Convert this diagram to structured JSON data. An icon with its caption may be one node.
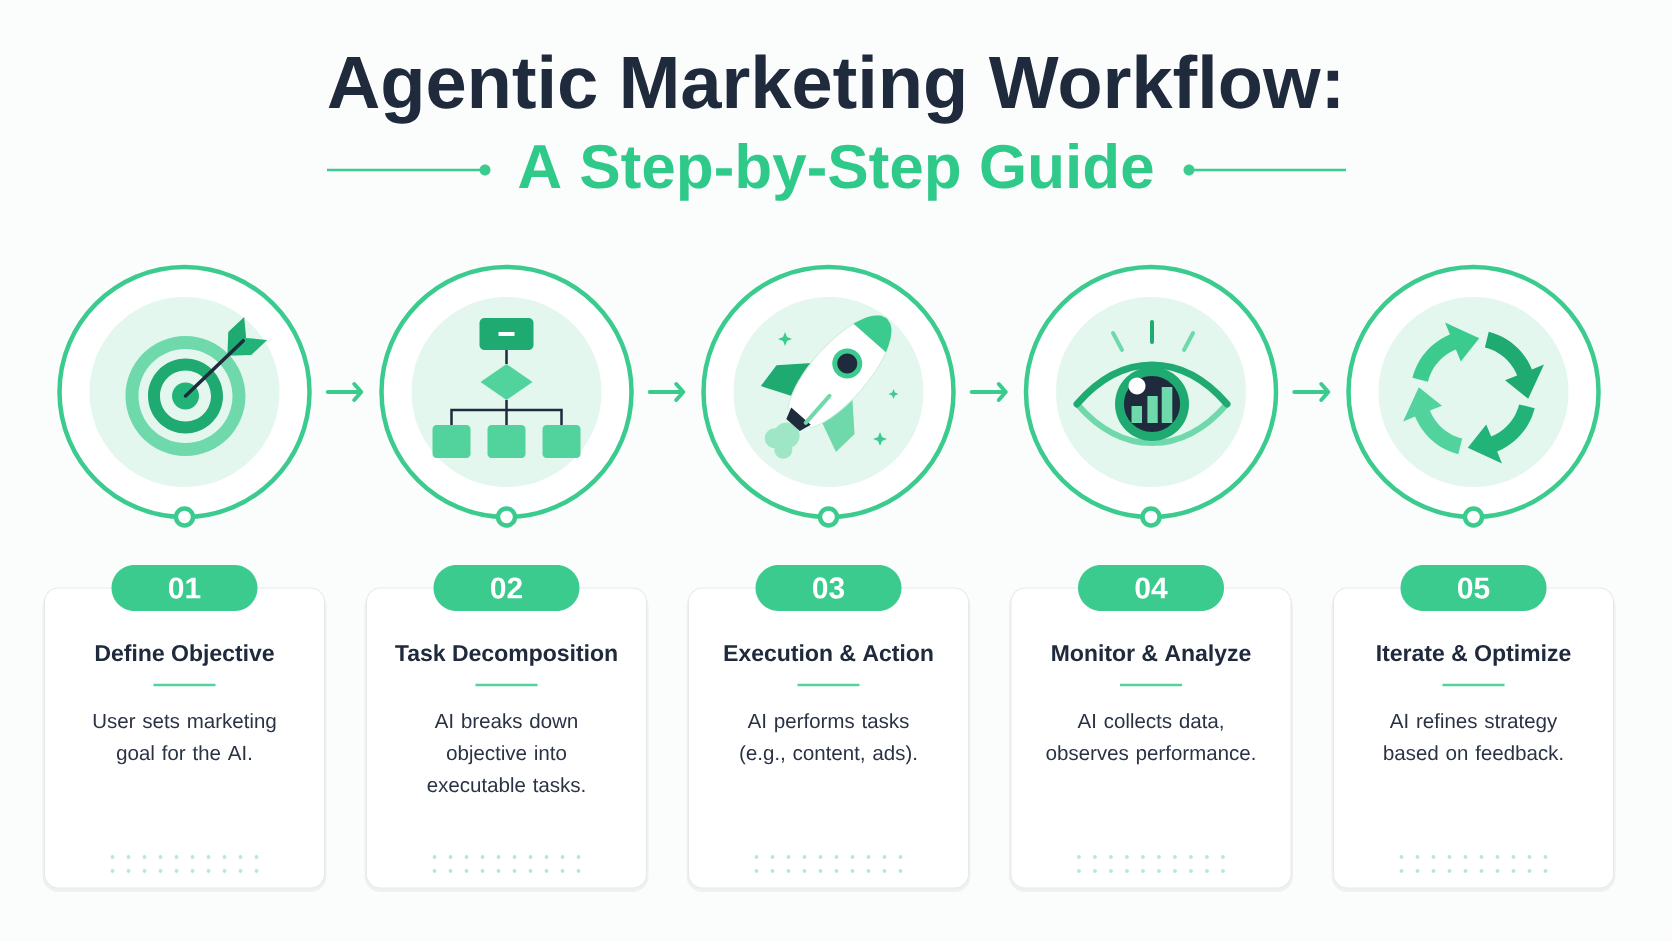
{
  "diagram": {
    "title": "Agentic Marketing Workflow:",
    "nodes": [
      {
        "text": [],
        "shape": "circle"
      },
      {
        "text": [],
        "shape": "circle"
      },
      {
        "text": [],
        "shape": "circle"
      },
      {
        "text": [],
        "shape": "circle"
      },
      {
        "text": [],
        "shape": "circle"
      },
      {
        "text": [
          "01",
          "Define Objective",
          "User sets marketing goal for the AI."
        ]
      },
      {
        "text": [
          "02",
          "Task Decomposition",
          "AI breaks down objective into executable tasks."
        ]
      },
      {
        "text": [
          "03",
          "Execution & Action",
          "AI performs tasks (e.g., content, ads)."
        ]
      },
      {
        "text": [
          "04",
          "Monitor & Analyze",
          "AI collects data, observes performance."
        ]
      },
      {
        "text": [
          "05",
          "Iterate & Optimize",
          "AI refines strategy based on feedback."
        ]
      }
    ],
    "edges": [
      {
        "from": 0,
        "to": 1,
        "arrow": "to"
      },
      {
        "from": 1,
        "to": 2,
        "arrow": "to"
      },
      {
        "from": 2,
        "to": 3,
        "arrow": "to"
      },
      {
        "from": 3,
        "to": 4,
        "arrow": "to"
      }
    ],
    "labels": [
      "A Step-by-Step Guide"
    ]
  }
}
